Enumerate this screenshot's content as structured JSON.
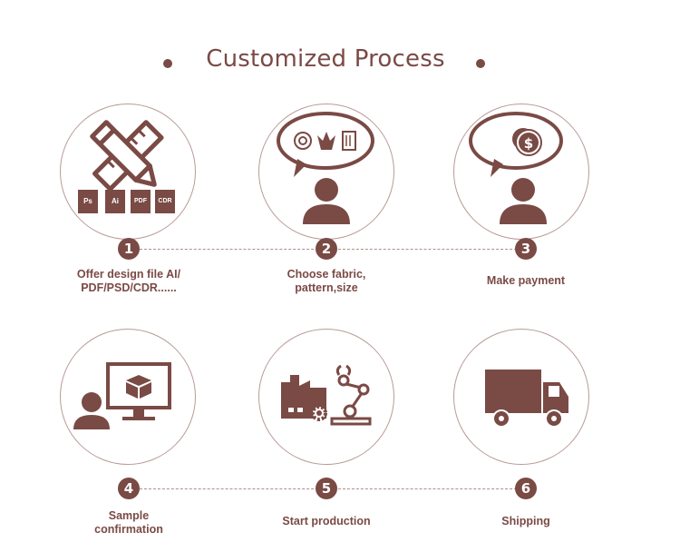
{
  "title": "Customized Process",
  "colors": {
    "accent": "#7a4a45",
    "circle_border": "#b89b97",
    "dash": "#b08c88"
  },
  "file_tags": [
    "Ps",
    "Ai",
    "PDF",
    "CDR"
  ],
  "steps": [
    {
      "number": "1",
      "line1": "Offer design file AI/",
      "line2": "PDF/PSD/CDR......",
      "icon": "design-tools-icon"
    },
    {
      "number": "2",
      "line1": "Choose fabric,",
      "line2": "pattern,size",
      "icon": "fabric-choice-icon"
    },
    {
      "number": "3",
      "line1": "Make payment",
      "line2": "",
      "icon": "payment-icon"
    },
    {
      "number": "4",
      "line1": "Sample",
      "line2": "confirmation",
      "icon": "sample-monitor-icon"
    },
    {
      "number": "5",
      "line1": "Start production",
      "line2": "",
      "icon": "factory-robot-icon"
    },
    {
      "number": "6",
      "line1": "Shipping",
      "line2": "",
      "icon": "truck-icon"
    }
  ]
}
